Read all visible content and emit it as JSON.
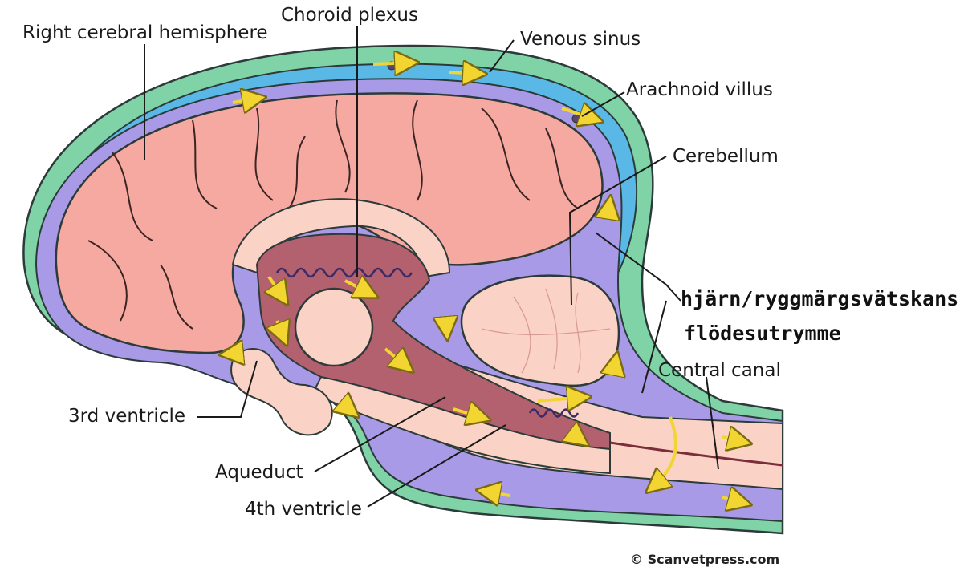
{
  "labels": {
    "right_cerebral_hemisphere": "Right cerebral hemisphere",
    "choroid_plexus": "Choroid plexus",
    "venous_sinus": "Venous sinus",
    "arachnoid_villus": "Arachnoid villus",
    "cerebellum": "Cerebellum",
    "csf_space_line1": "hjärn/ryggmärgsvätskans",
    "csf_space_line2": "flödesutrymme",
    "central_canal": "Central canal",
    "third_ventricle": "3rd ventricle",
    "aqueduct": "Aqueduct",
    "fourth_ventricle": "4th ventricle"
  },
  "copyright": "© Scanvetpress.com",
  "colors": {
    "dura_green": "#7fd3a6",
    "venous_blue": "#5ab8e6",
    "subarachnoid_purple": "#a99ae8",
    "brain_pink": "#f6a9a0",
    "ventricle_maroon": "#b3606f",
    "white_matter": "#fbd3c6",
    "flow_arrow": "#f2d531"
  }
}
